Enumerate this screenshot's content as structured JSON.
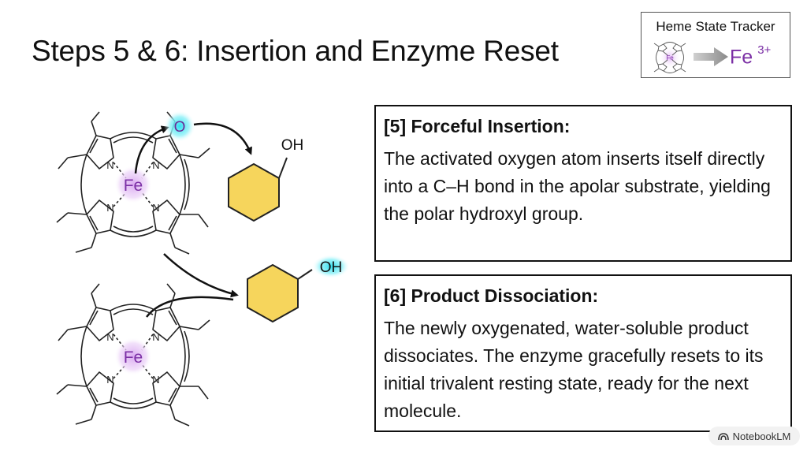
{
  "title": "Steps 5 & 6: Insertion and Enzyme Reset",
  "tracker": {
    "title": "Heme State Tracker",
    "mini_label": "Fe",
    "state": "Fe",
    "charge": "3+"
  },
  "diagram": {
    "top_heme_metal": "Fe",
    "bottom_heme_metal": "Fe",
    "nitrogen_label": "N",
    "oxygen_label": "O",
    "hydroxyl_top": "OH",
    "hydroxyl_bottom": "OH"
  },
  "steps": [
    {
      "heading": "[5] Forceful Insertion:",
      "body": "The activated oxygen atom inserts itself directly into a C–H bond in the apolar substrate, yielding the polar hydroxyl group."
    },
    {
      "heading": "[6] Product Dissociation:",
      "body": "The newly oxygenated, water-soluble product dissociates. The enzyme gracefully resets to its initial trivalent resting state, ready for the next molecule."
    }
  ],
  "watermark": "NotebookLM",
  "colors": {
    "iron_purple": "#7b2fa5",
    "iron_glow": "#d9a8f0",
    "oxygen_glow": "#2fe0f0",
    "ring_yellow": "#f6d55c",
    "ring_stroke": "#222222"
  }
}
